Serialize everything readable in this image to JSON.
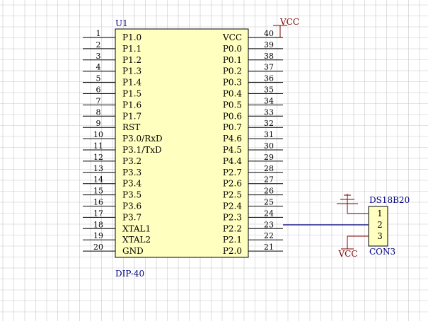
{
  "chip": {
    "designator": "U1",
    "package": "DIP-40",
    "left_pins": [
      {
        "num": "1",
        "name": "P1.0"
      },
      {
        "num": "2",
        "name": "P1.1"
      },
      {
        "num": "3",
        "name": "P1.2"
      },
      {
        "num": "4",
        "name": "P1.3"
      },
      {
        "num": "5",
        "name": "P1.4"
      },
      {
        "num": "6",
        "name": "P1.5"
      },
      {
        "num": "7",
        "name": "P1.6"
      },
      {
        "num": "8",
        "name": "P1.7"
      },
      {
        "num": "9",
        "name": "RST"
      },
      {
        "num": "10",
        "name": "P3.0/RxD"
      },
      {
        "num": "11",
        "name": "P3.1/TxD"
      },
      {
        "num": "12",
        "name": "P3.2"
      },
      {
        "num": "13",
        "name": "P3.3"
      },
      {
        "num": "14",
        "name": "P3.4"
      },
      {
        "num": "15",
        "name": "P3.5"
      },
      {
        "num": "16",
        "name": "P3.6"
      },
      {
        "num": "17",
        "name": "P3.7"
      },
      {
        "num": "18",
        "name": "XTAL1"
      },
      {
        "num": "19",
        "name": "XTAL2"
      },
      {
        "num": "20",
        "name": "GND"
      }
    ],
    "right_pins": [
      {
        "num": "40",
        "name": "VCC"
      },
      {
        "num": "39",
        "name": "P0.0"
      },
      {
        "num": "38",
        "name": "P0.1"
      },
      {
        "num": "37",
        "name": "P0.2"
      },
      {
        "num": "36",
        "name": "P0.3"
      },
      {
        "num": "35",
        "name": "P0.4"
      },
      {
        "num": "34",
        "name": "P0.5"
      },
      {
        "num": "33",
        "name": "P0.6"
      },
      {
        "num": "32",
        "name": "P0.7"
      },
      {
        "num": "31",
        "name": "P4.6"
      },
      {
        "num": "30",
        "name": "P4.5"
      },
      {
        "num": "29",
        "name": "P4.4"
      },
      {
        "num": "28",
        "name": "P2.7"
      },
      {
        "num": "27",
        "name": "P2.6"
      },
      {
        "num": "26",
        "name": "P2.5"
      },
      {
        "num": "25",
        "name": "P2.4"
      },
      {
        "num": "24",
        "name": "P2.3"
      },
      {
        "num": "23",
        "name": "P2.2"
      },
      {
        "num": "22",
        "name": "P2.1"
      },
      {
        "num": "21",
        "name": "P2.0"
      }
    ]
  },
  "connector": {
    "designator": "DS18B20",
    "type": "CON3",
    "pins": [
      "1",
      "2",
      "3"
    ]
  },
  "power": {
    "vcc_label_chip": "VCC",
    "vcc_label_connector": "VCC"
  },
  "colors": {
    "grid": "#c8c8c8",
    "chip_fill": "#ffffc0",
    "outline": "#000000",
    "designator_text": "#000080",
    "power_symbol": "#800000",
    "wire": "#000080"
  }
}
